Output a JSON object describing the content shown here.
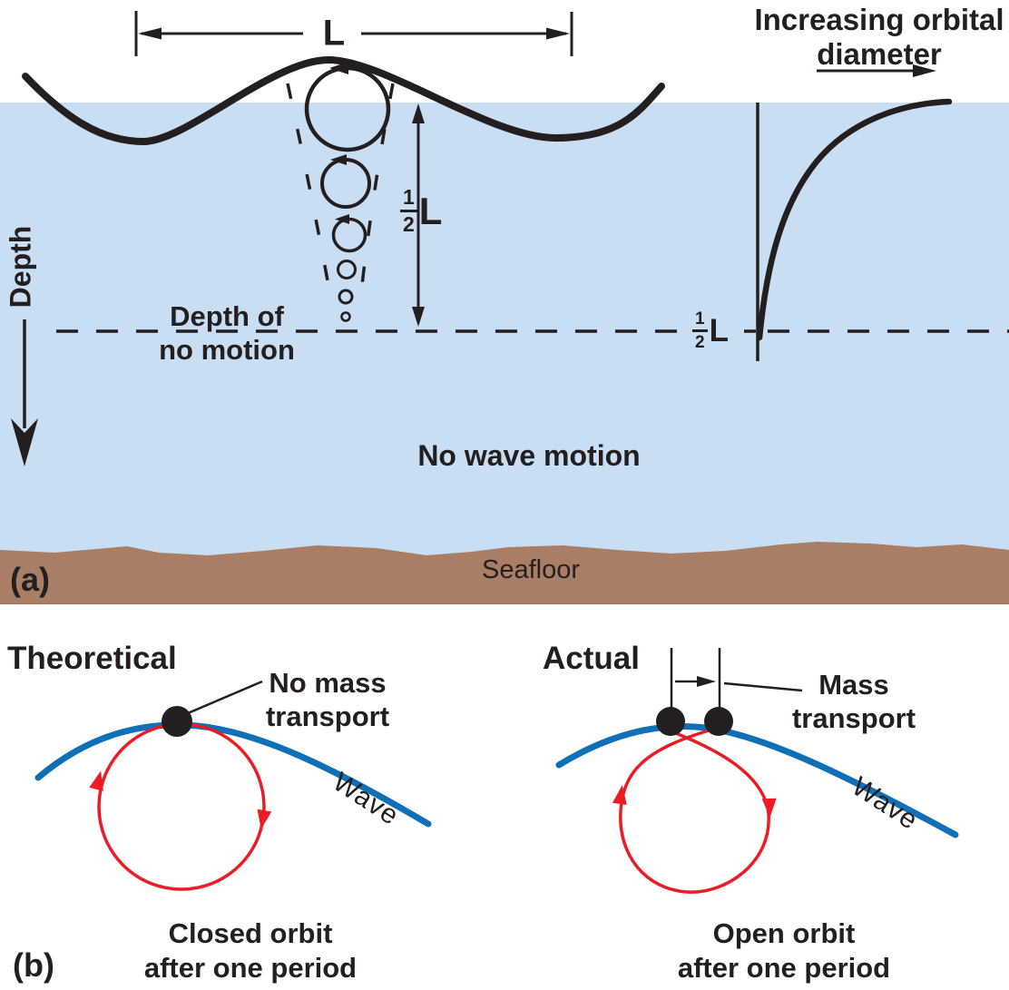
{
  "figure": {
    "panel_a_label": "(a)",
    "panel_b_label": "(b)"
  },
  "panel_a": {
    "wavelength_label": "L",
    "depth_axis_label": "Depth",
    "half_depth": {
      "numerator": "1",
      "denominator": "2",
      "unit": "L"
    },
    "graph_depth_mark": {
      "numerator": "1",
      "denominator": "2",
      "unit": "L"
    },
    "no_motion_label": {
      "line1": "Depth of",
      "line2": "no motion"
    },
    "no_wave_motion_label": "No wave motion",
    "seafloor_label": "Seafloor",
    "orbital_diameter_label": {
      "line1": "Increasing orbital",
      "line2": "diameter"
    }
  },
  "panel_b": {
    "theoretical": {
      "title": "Theoretical",
      "annotation": {
        "line1": "No mass",
        "line2": "transport"
      },
      "wave_label": "Wave",
      "caption": {
        "line1": "Closed orbit",
        "line2": "after one period"
      }
    },
    "actual": {
      "title": "Actual",
      "annotation": {
        "line1": "Mass",
        "line2": "transport"
      },
      "wave_label": "Wave",
      "caption": {
        "line1": "Open orbit",
        "line2": "after one period"
      }
    }
  },
  "colors": {
    "water": "#c9def2",
    "seafloor": "#a97e64",
    "ink": "#231f20",
    "wave_blue": "#0f6fb7",
    "orbit_red": "#ec1c24"
  }
}
